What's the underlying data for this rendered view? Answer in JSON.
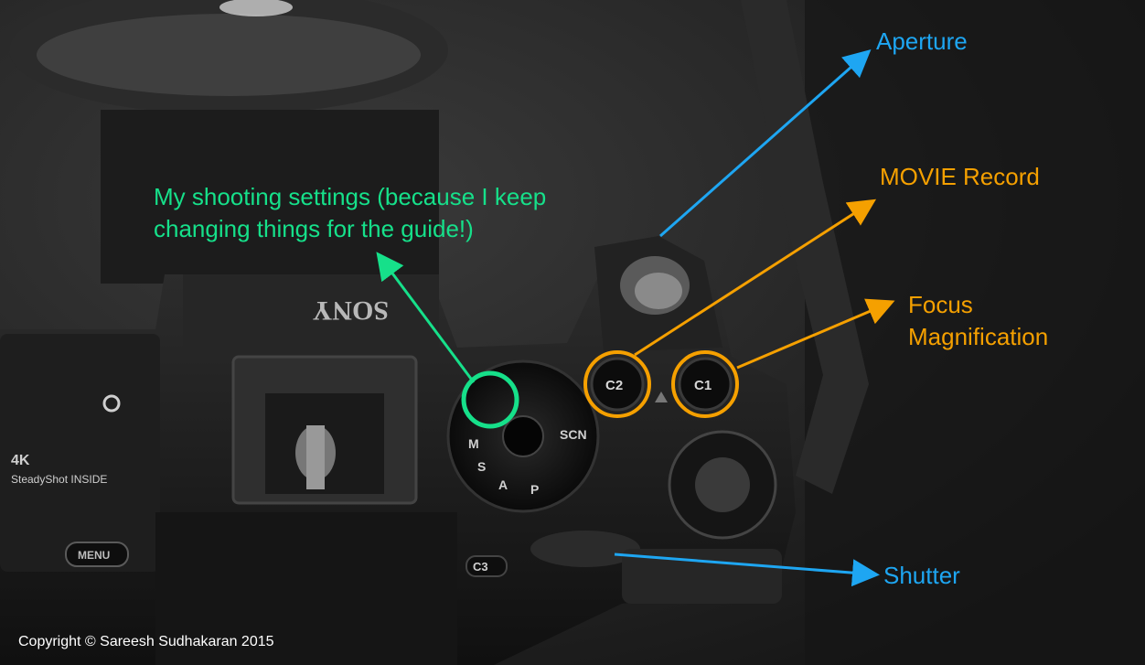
{
  "annotations": {
    "aperture": "Aperture",
    "movie_record": "MOVIE Record",
    "focus_line1": "Focus",
    "focus_line2": "Magnification",
    "shooting_line1": "My shooting settings (because I keep",
    "shooting_line2": "changing things for the guide!)",
    "shutter": "Shutter"
  },
  "camera": {
    "brand": "SONY",
    "badge_4k": "4K",
    "badge_steadyshot": "SteadyShot INSIDE",
    "menu_button": "MENU",
    "c1": "C1",
    "c2": "C2",
    "c3": "C3",
    "mode_scn": "SCN",
    "mode_m": "M",
    "mode_s": "S",
    "mode_a": "A",
    "mode_p": "P"
  },
  "copyright": "Copyright © Sareesh Sudhakaran 2015",
  "colors": {
    "blue": "#1ea6f2",
    "orange": "#f5a000",
    "green": "#16e08a"
  }
}
